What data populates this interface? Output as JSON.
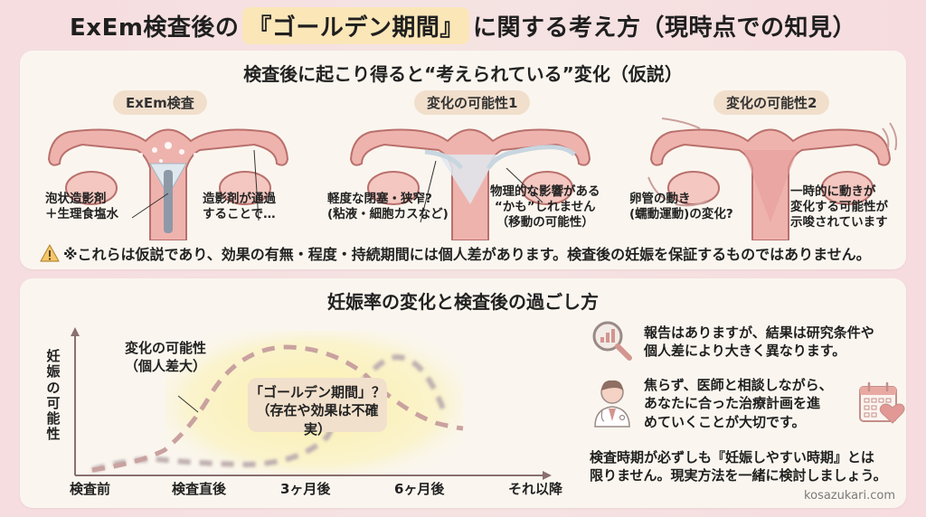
{
  "title": {
    "prefix": "ExEm検査後の",
    "highlight": "『ゴールデン期間』",
    "suffix": "に関する考え方（現時点での知見）"
  },
  "top_panel": {
    "heading": "検査後に起こり得ると“考えられている”変化（仮説）",
    "sections": [
      {
        "pill": "ExEm検査",
        "labels": [
          "泡状造影剤\n＋生理食塩水",
          "造影剤が通過\nすることで…"
        ]
      },
      {
        "pill": "変化の可能性1",
        "labels": [
          "軽度な閉塞・狭窄?\n(粘液・細胞カスなど)",
          "物理的な影響がある\n“かも”しれません\n（移動の可能性）"
        ]
      },
      {
        "pill": "変化の可能性2",
        "labels": [
          "卵管の動き\n(蠕動運動)の変化?",
          "一時的に動きが\n変化する可能性が\n示唆されています"
        ]
      }
    ],
    "warning_icon": "warning-triangle-icon",
    "warning": "※これらは仮説であり、効果の有無・程度・持続期間には個人差があります。検査後の妊娠を保証するものではありません。"
  },
  "bottom_panel": {
    "heading": "妊娠率の変化と検査後の過ごし方",
    "info": [
      {
        "icon": "magnifier-chart-icon",
        "text": "報告はありますが、結果は研究条件や\n個人差により大きく異なります。"
      },
      {
        "icon": "doctor-icon",
        "text": "焦らず、医師と相談しながら、\nあなたに合った治療計画を進\nめていくことが大切です。"
      },
      {
        "icon": "calendar-heart-icon",
        "text": ""
      }
    ],
    "footer_text": "検査時期が必ずしも『妊娠しやすい時期』とは\n限りません。現実方法を一緒に検討しましょう。",
    "site": "kosazukari.com"
  },
  "chart_data": {
    "type": "line",
    "title": "妊娠率の変化と検査後の過ごし方",
    "xlabel": "",
    "ylabel": "妊娠の可能性",
    "categories": [
      "検査前",
      "検査直後",
      "3ヶ月後",
      "6ヶ月後",
      "それ以降"
    ],
    "series": [
      {
        "name": "変化の可能性（個人差大）",
        "style": "dashed",
        "color": "#c9a2a0",
        "values": [
          0.08,
          0.55,
          0.95,
          0.55,
          0.35
        ]
      },
      {
        "name": "blurred alternative curve",
        "style": "dashed-blurred",
        "color": "#bfb0b0",
        "values": [
          0.08,
          0.15,
          0.12,
          0.55,
          0.3
        ]
      }
    ],
    "annotations": [
      {
        "text": "変化の可能性\n（個人差大）"
      },
      {
        "text": "「ゴールデン期間」？\n（存在や効果は不確実）",
        "highlight_band": [
          "検査直後",
          "6ヶ月後"
        ],
        "band_color": "#fbf2b5"
      }
    ],
    "grid": false,
    "legend": "none"
  }
}
